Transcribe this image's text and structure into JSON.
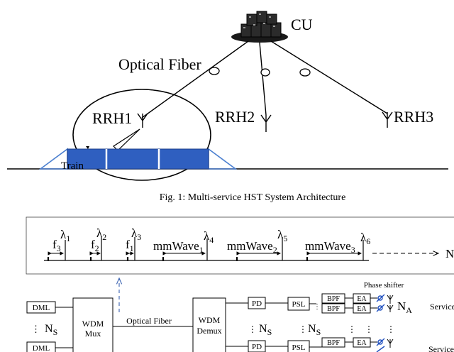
{
  "fig1": {
    "cu_label": "CU",
    "optical_fiber_label": "Optical Fiber",
    "rrh1_label": "RRH1",
    "rrh2_label": "RRH2",
    "rrh3_label": "RRH3",
    "train_label": "Train",
    "caption": "Fig. 1: Multi-service HST System Architecture"
  },
  "fig2": {
    "spectrum": {
      "f3": "f",
      "f3_sub": "3",
      "lambda1": "λ",
      "lambda1_sub": "1",
      "f2": "f",
      "f2_sub": "2",
      "lambda2": "λ",
      "lambda2_sub": "2",
      "f1": "f",
      "f1_sub": "1",
      "lambda3": "λ",
      "lambda3_sub": "3",
      "mmwave1": "mmWave",
      "mmwave1_sub": "1",
      "lambda4": "λ",
      "lambda4_sub": "4",
      "mmwave2": "mmWave",
      "mmwave2_sub": "2",
      "lambda5": "λ",
      "lambda5_sub": "5",
      "mmwave3": "mmWave",
      "mmwave3_sub": "3",
      "lambda6": "λ",
      "lambda6_sub": "6",
      "n_end": "N"
    },
    "dml_top": "DML",
    "dml_bottom": "DML",
    "ns_left": "N",
    "ns_left_sub": "S",
    "wdm_mux_line1": "WDM",
    "wdm_mux_line2": "Mux",
    "optical_fiber": "Optical Fiber",
    "wdm_demux_line1": "WDM",
    "wdm_demux_line2": "Demux",
    "pd_top": "PD",
    "pd_bottom": "PD",
    "psl_top": "PSL",
    "psl_bottom": "PSL",
    "bpf1": "BPF",
    "bpf2": "BPF",
    "bpf3": "BPF",
    "ea1": "EA",
    "ea2": "EA",
    "ea3": "EA",
    "phase_shifter": "Phase shifter",
    "na": "N",
    "na_sub": "A",
    "ns_mid1": "N",
    "ns_mid1_sub": "S",
    "ns_mid2": "N",
    "ns_mid2_sub": "S",
    "service_top": "Service",
    "service_bottom": "Service"
  }
}
